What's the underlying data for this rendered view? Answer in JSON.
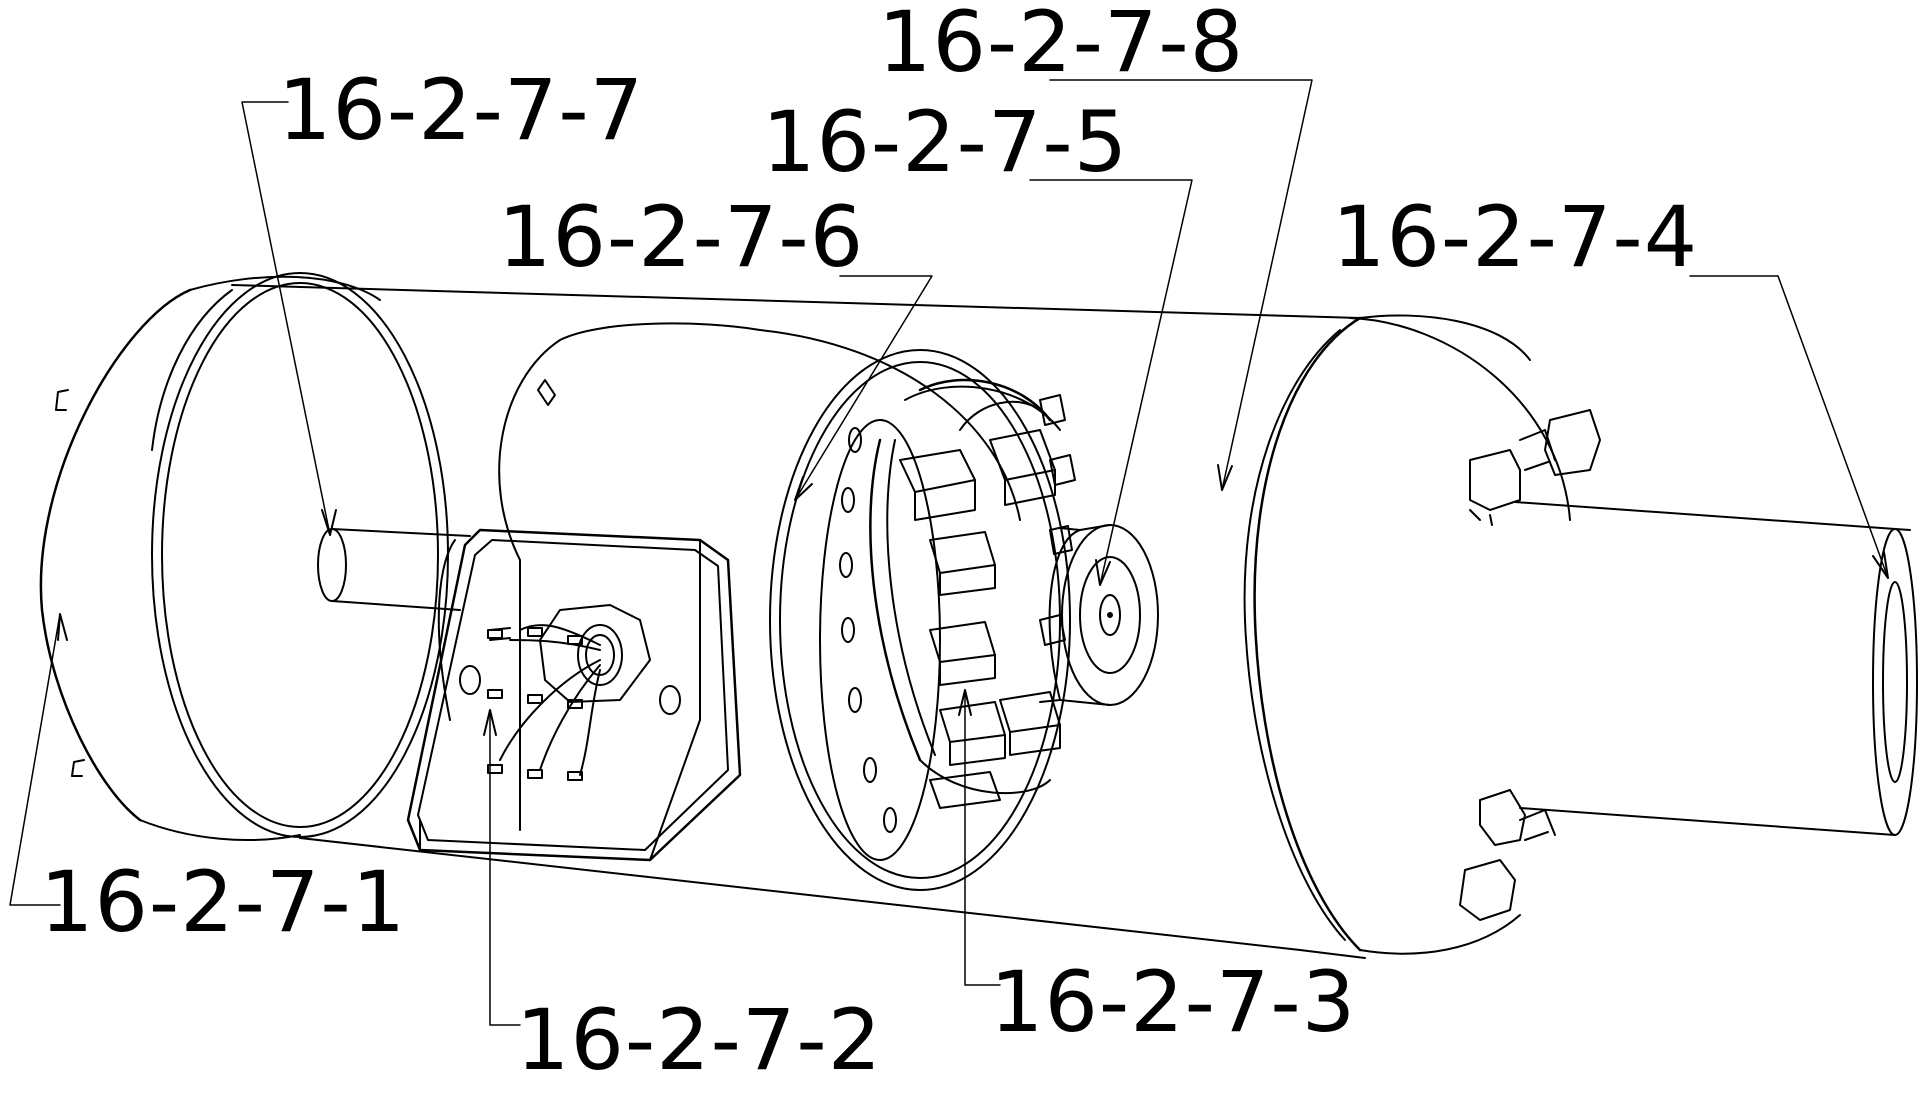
{
  "diagram": {
    "labels": [
      {
        "id": "l1",
        "text": "16-2-7-1"
      },
      {
        "id": "l2",
        "text": "16-2-7-2"
      },
      {
        "id": "l3",
        "text": "16-2-7-3"
      },
      {
        "id": "l4",
        "text": "16-2-7-4"
      },
      {
        "id": "l5",
        "text": "16-2-7-5"
      },
      {
        "id": "l6",
        "text": "16-2-7-6"
      },
      {
        "id": "l7",
        "text": "16-2-7-7"
      },
      {
        "id": "l8",
        "text": "16-2-7-8"
      }
    ],
    "colors": {
      "line": "#000000",
      "background": "#ffffff"
    }
  }
}
